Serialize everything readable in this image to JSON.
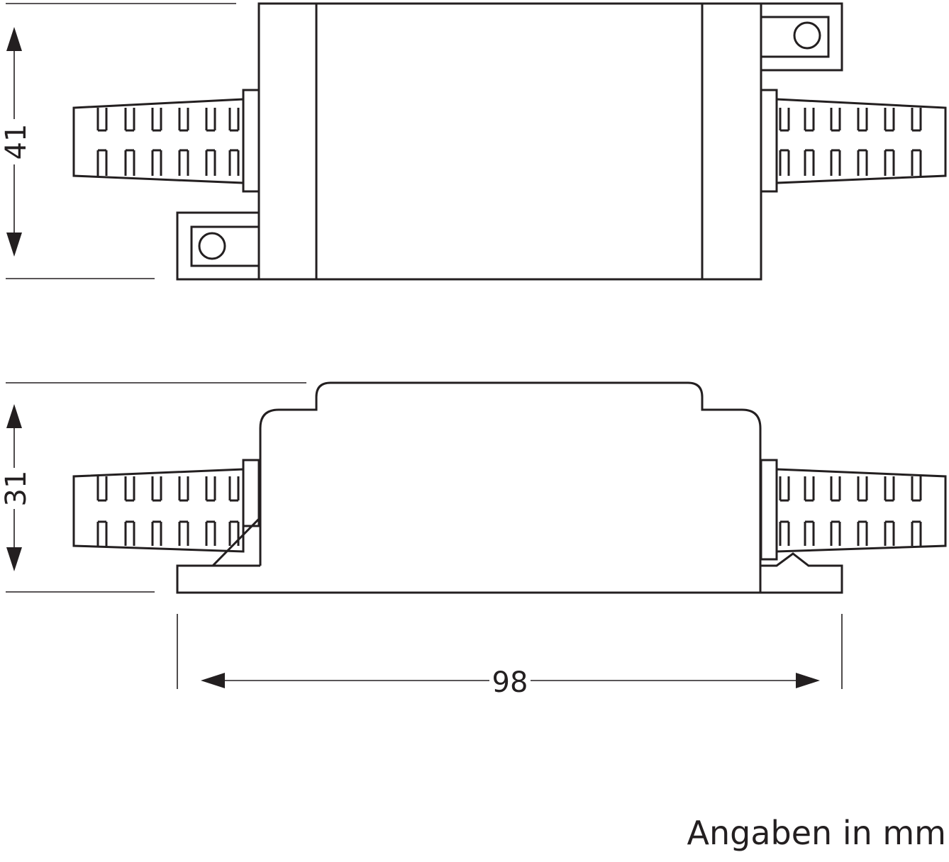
{
  "dimensions": {
    "height_top_view": "41",
    "height_side_view": "31",
    "length": "98"
  },
  "unit_note": "Angaben in mm",
  "colors": {
    "line": "#231f20",
    "background": "#ffffff"
  }
}
